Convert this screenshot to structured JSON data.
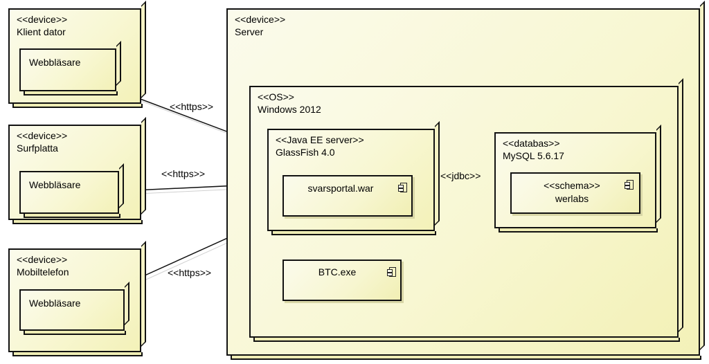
{
  "nodes": {
    "klient": {
      "stereotype": "<<device>>",
      "name": "Klient dator",
      "inner": "Webbläsare"
    },
    "surfplatta": {
      "stereotype": "<<device>>",
      "name": "Surfplatta",
      "inner": "Webbläsare"
    },
    "mobil": {
      "stereotype": "<<device>>",
      "name": "Mobiltelefon",
      "inner": "Webbläsare"
    },
    "server": {
      "stereotype": "<<device>>",
      "name": "Server"
    },
    "os": {
      "stereotype": "<<OS>>",
      "name": "Windows 2012"
    },
    "glassfish": {
      "stereotype": "<<Java EE server>>",
      "name": "GlassFish 4.0"
    },
    "mysql": {
      "stereotype": "<<databas>>",
      "name": "MySQL 5.6.17"
    }
  },
  "components": {
    "svarsportal": "svarsportal.war",
    "schema_stereotype": "<<schema>>",
    "schema_name": "werlabs",
    "btc": "BTC.exe"
  },
  "connections": {
    "klient_https": "<<https>>",
    "surfplatta_https": "<<https>>",
    "mobil_https": "<<https>>",
    "jdbc": "<<jdbc>>"
  }
}
